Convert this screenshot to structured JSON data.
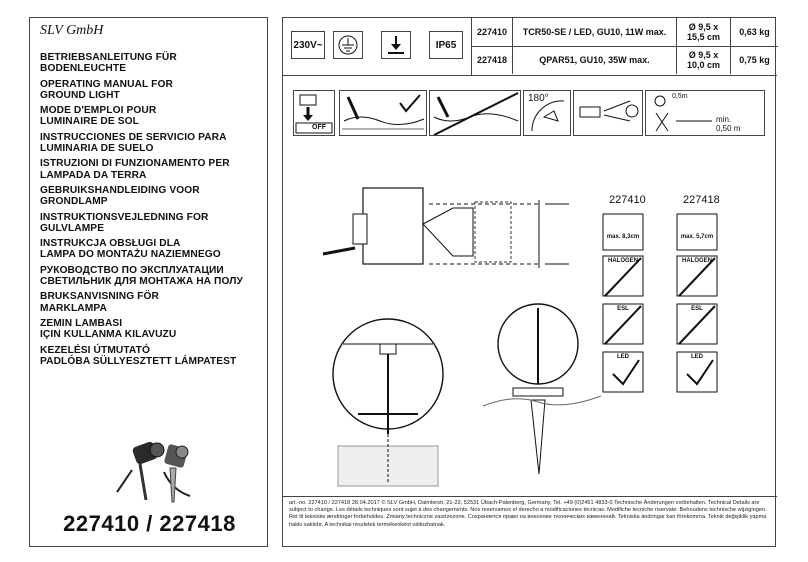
{
  "brand": "SLV GmbH",
  "titles": [
    "BETRIEBSANLEITUNG FÜR\nBODENLEUCHTE",
    "OPERATING MANUAL FOR\nGROUND LIGHT",
    "MODE D'EMPLOI POUR\nLUMINAIRE DE SOL",
    "INSTRUCCIONES DE SERVICIO PARA\nLUMINARIA DE SUELO",
    "ISTRUZIONI DI FUNZIONAMENTO PER\nLAMPADA DA TERRA",
    "GEBRUIKSHANDLEIDING VOOR\nGRONDLAMP",
    "INSTRUKTIONSVEJLEDNING FOR\nGULVLAMPE",
    "INSTRUKCJA OBSŁUGI DLA\nLAMPA DO MONTAŻU NAZIEMNEGO",
    "РУКОВОДСТВО ПО ЭКСПЛУАТАЦИИ\nСВЕТИЛЬНИК ДЛЯ МОНТАЖА НА ПОЛУ",
    "BRUKSANVISNING FÖR\nMARKLAMPA",
    "ZEMIN LAMBASI\nIÇIN KULLANMA KILAVUZU",
    "KEZELÉSI ÚTMUTATÓ\nPADLÓBA SÜLLYESZTETT LÁMPATEST"
  ],
  "article_numbers": "227410 / 227418",
  "header": {
    "voltage": "230V~",
    "ip": "IP65",
    "icons": [
      "ground-symbol-icon",
      "mount-arrow-icon"
    ]
  },
  "products": [
    {
      "art": "227410",
      "desc": "TCR50-SE / LED, GU10, 11W max.",
      "dim": "Ø 9,5 x\n15,5 cm",
      "weight": "0,63 kg"
    },
    {
      "art": "227418",
      "desc": "QPAR51, GU10, 35W max.",
      "dim": "Ø 9,5 x\n10,0 cm",
      "weight": "0,75 kg"
    }
  ],
  "pictograms": {
    "off": "OFF",
    "angle": "180°",
    "distance_label": "min.",
    "distance_value": "0,50 m",
    "lamp_dist": "0,5m"
  },
  "lamps": {
    "col1": "227410",
    "col2": "227418",
    "dim1": "max. 8,3cm",
    "dim2": "max. 5,7cm",
    "types": [
      "HALOGEN",
      "ESL",
      "LED"
    ]
  },
  "footer": "art.-no. 227410 / 227418    28.04.2017 © SLV GmbH, Daimlerstr. 21-23, 52531 Übach-Palenberg, Germany, Tel. +49 (0)2451 4833-0    Technische Änderungen vorbehalten. Technical Details are subject to change. Les détails techniques sont sujet à des changements. Nos reservamos el derecho a modificaciones técnicas. Modifiche tecniche riservate. Behoudens technische wijzigingen. Ret til tekniske ændringer forbeholdes. Zmiany techniczne zastrzeżone. Сохраняется право на внесение технических изменений. Tekniska ändringar kan förekomma. Teknik değişiklik yapma hakkı saklıdır. A technikai részletek termékenként változhatnak."
}
